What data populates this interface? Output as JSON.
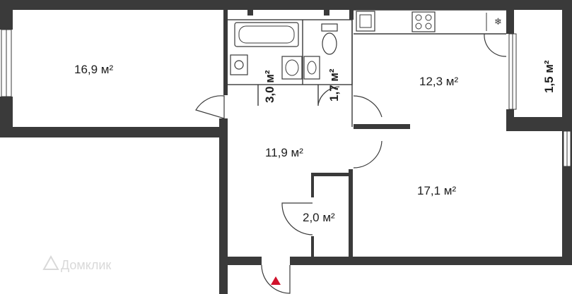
{
  "rooms": {
    "room_a": "16,9 м²",
    "bath": "3,0 м²",
    "toilet": "1,7 м²",
    "kitchen": "12,3 м²",
    "balcony": "1,5 м²",
    "hall": "11,9 м²",
    "room_b": "17,1 м²",
    "storage": "2,0 м²"
  },
  "watermark": "Домклик",
  "colors": {
    "wall": "#3a3a3a",
    "entrance_marker": "#d0112b",
    "watermark": "#d9d9d9"
  }
}
